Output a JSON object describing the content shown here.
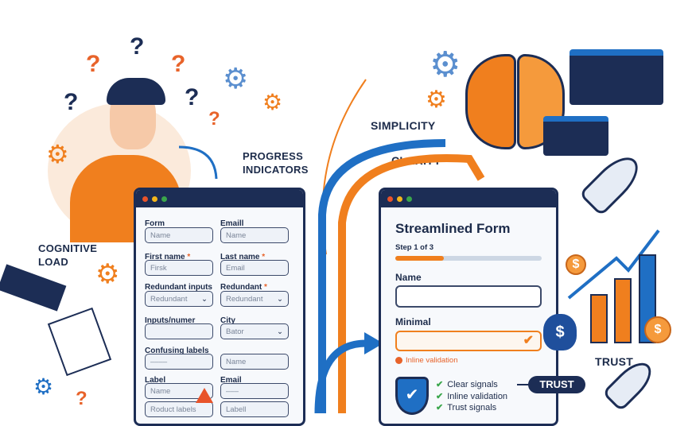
{
  "labels": {
    "progress": "PROGRESS\nINDICATORS",
    "cognitive": "COGNITIVE\nLOAD",
    "simplicity": "SIMPLICITY",
    "clarity": "CLARITY",
    "trust": "TRUST",
    "trust_badge": "TRUST"
  },
  "left_form": {
    "fields": [
      {
        "label": "Form",
        "value": "Name",
        "required": false
      },
      {
        "label": "Emaill",
        "value": "Name",
        "required": false
      },
      {
        "label": "First name",
        "value": "Firsk",
        "required": true
      },
      {
        "label": "Last name",
        "value": "Email",
        "required": true
      },
      {
        "label": "Redundant inputs",
        "value": "Redundant",
        "dropdown": true,
        "required": false
      },
      {
        "label": "Redundant",
        "value": "Redundant",
        "dropdown": true,
        "required": true
      },
      {
        "label": "Inputs/numer",
        "value": "",
        "required": false
      },
      {
        "label": "City",
        "value": "Bator",
        "dropdown": true,
        "required": false
      },
      {
        "label": "Confusing labels",
        "value": "––––",
        "required": false
      },
      {
        "label": "",
        "value": "Name",
        "required": false
      },
      {
        "label": "Label",
        "value": "Name",
        "required": false
      },
      {
        "label": "Email",
        "value": "–––",
        "required": false
      },
      {
        "label": "",
        "value": "Roduct labels",
        "required": false
      },
      {
        "label": "",
        "value": "Labell",
        "required": false
      }
    ]
  },
  "right_form": {
    "title": "Streamlined Form",
    "step": "Step 1 of 3",
    "progress": 0.33,
    "name_label": "Name",
    "minimal_label": "Minimal",
    "validation": "Inline validation",
    "checks": [
      "Clear signals",
      "Inline validation",
      "Trust signals"
    ]
  },
  "colors": {
    "navy": "#1c2d55",
    "orange": "#f07f1e",
    "blue": "#1f6fc4",
    "green": "#3aa64b"
  }
}
